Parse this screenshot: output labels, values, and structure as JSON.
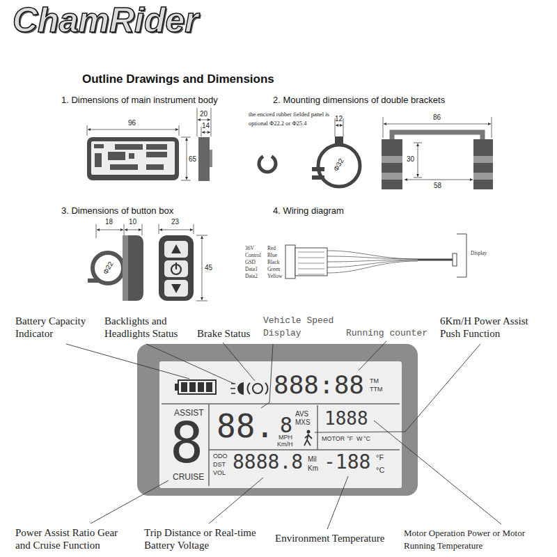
{
  "diagram": {
    "title": "Outline Drawings and Dimensions",
    "nodes": [
      {
        "text": [
          "888:88",
          "TM",
          "TTM",
          "ASSIST",
          "8",
          "CRUISE",
          "88.",
          "8",
          "AVS",
          "MXS",
          "MPH",
          "Km/H",
          "1888",
          "MOTOR",
          "°F",
          "W",
          "°C",
          "ODO",
          "DST",
          "VOL",
          "8888.8",
          "Mil",
          "Km",
          "-188",
          "°F",
          "°C"
        ]
      }
    ],
    "labels": [
      "ChamRider",
      "1. Dimensions of main instrument body",
      "2. Mounting dimensions of double brackets",
      "96",
      "65",
      "20",
      "14",
      "the encired rubber fielded panel is optional Φ22.2 or Φ25.4",
      "12",
      "Φ32",
      "86",
      "30",
      "58",
      "3. Dimensions of button box",
      "4. Wiring diagram",
      "18",
      "10",
      "Φ22",
      "23",
      "45",
      "36V",
      "Red",
      "Control",
      "Blue",
      "GSD",
      "Black",
      "Data1",
      "Green",
      "Data2",
      "Yellow",
      "Display",
      "Battery Capacity Indicator",
      "Backlights and Headlights Status",
      "Brake Status",
      "Vehicle Speed Display",
      "Running counter",
      "6Km/H Power Assist Push Function",
      "Power Assist Ratio Gear and Cruise Function",
      "Trip Distance or Real-time Battery Voltage",
      "Environment Temperature",
      "Motor Operation Power or Motor Running Temperature"
    ]
  }
}
